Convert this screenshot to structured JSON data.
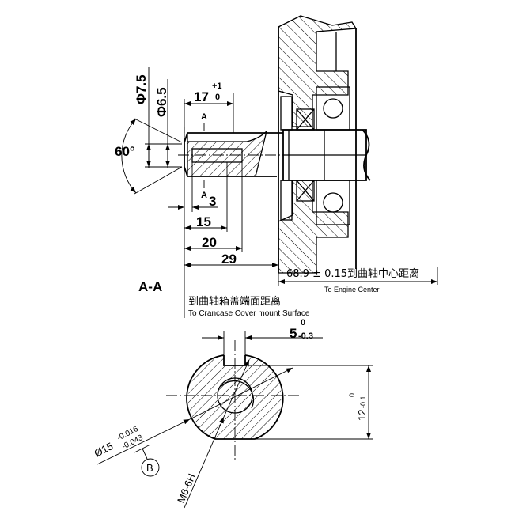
{
  "drawing": {
    "section_label": "A-A",
    "section_mark": "A",
    "dimensions": {
      "length_17": {
        "value": "17",
        "upper": "+1",
        "lower": "0"
      },
      "dia_7_5": "Φ7.5",
      "dia_6_5": "Φ6.5",
      "angle": "60°",
      "d3": "3",
      "d15": "15",
      "d20": "20",
      "d29": "29",
      "engine_center": "68.9 ± 0.15到曲轴中心距离",
      "key_width": {
        "value": "5",
        "upper": "0",
        "lower": "-0.3"
      },
      "flat_height": {
        "value": "12",
        "upper": "0",
        "lower": "-0.1"
      },
      "shaft_dia": {
        "value": "Ø15",
        "upper": "-0.016",
        "lower": "-0.043"
      },
      "thread": "M6-6H",
      "datum": "B"
    },
    "notes": {
      "engine_center_en": "To Engine Center",
      "crankcase_cn": "到曲轴箱盖端面距离",
      "crankcase_en": "To Crancase Cover mount Surface"
    }
  }
}
